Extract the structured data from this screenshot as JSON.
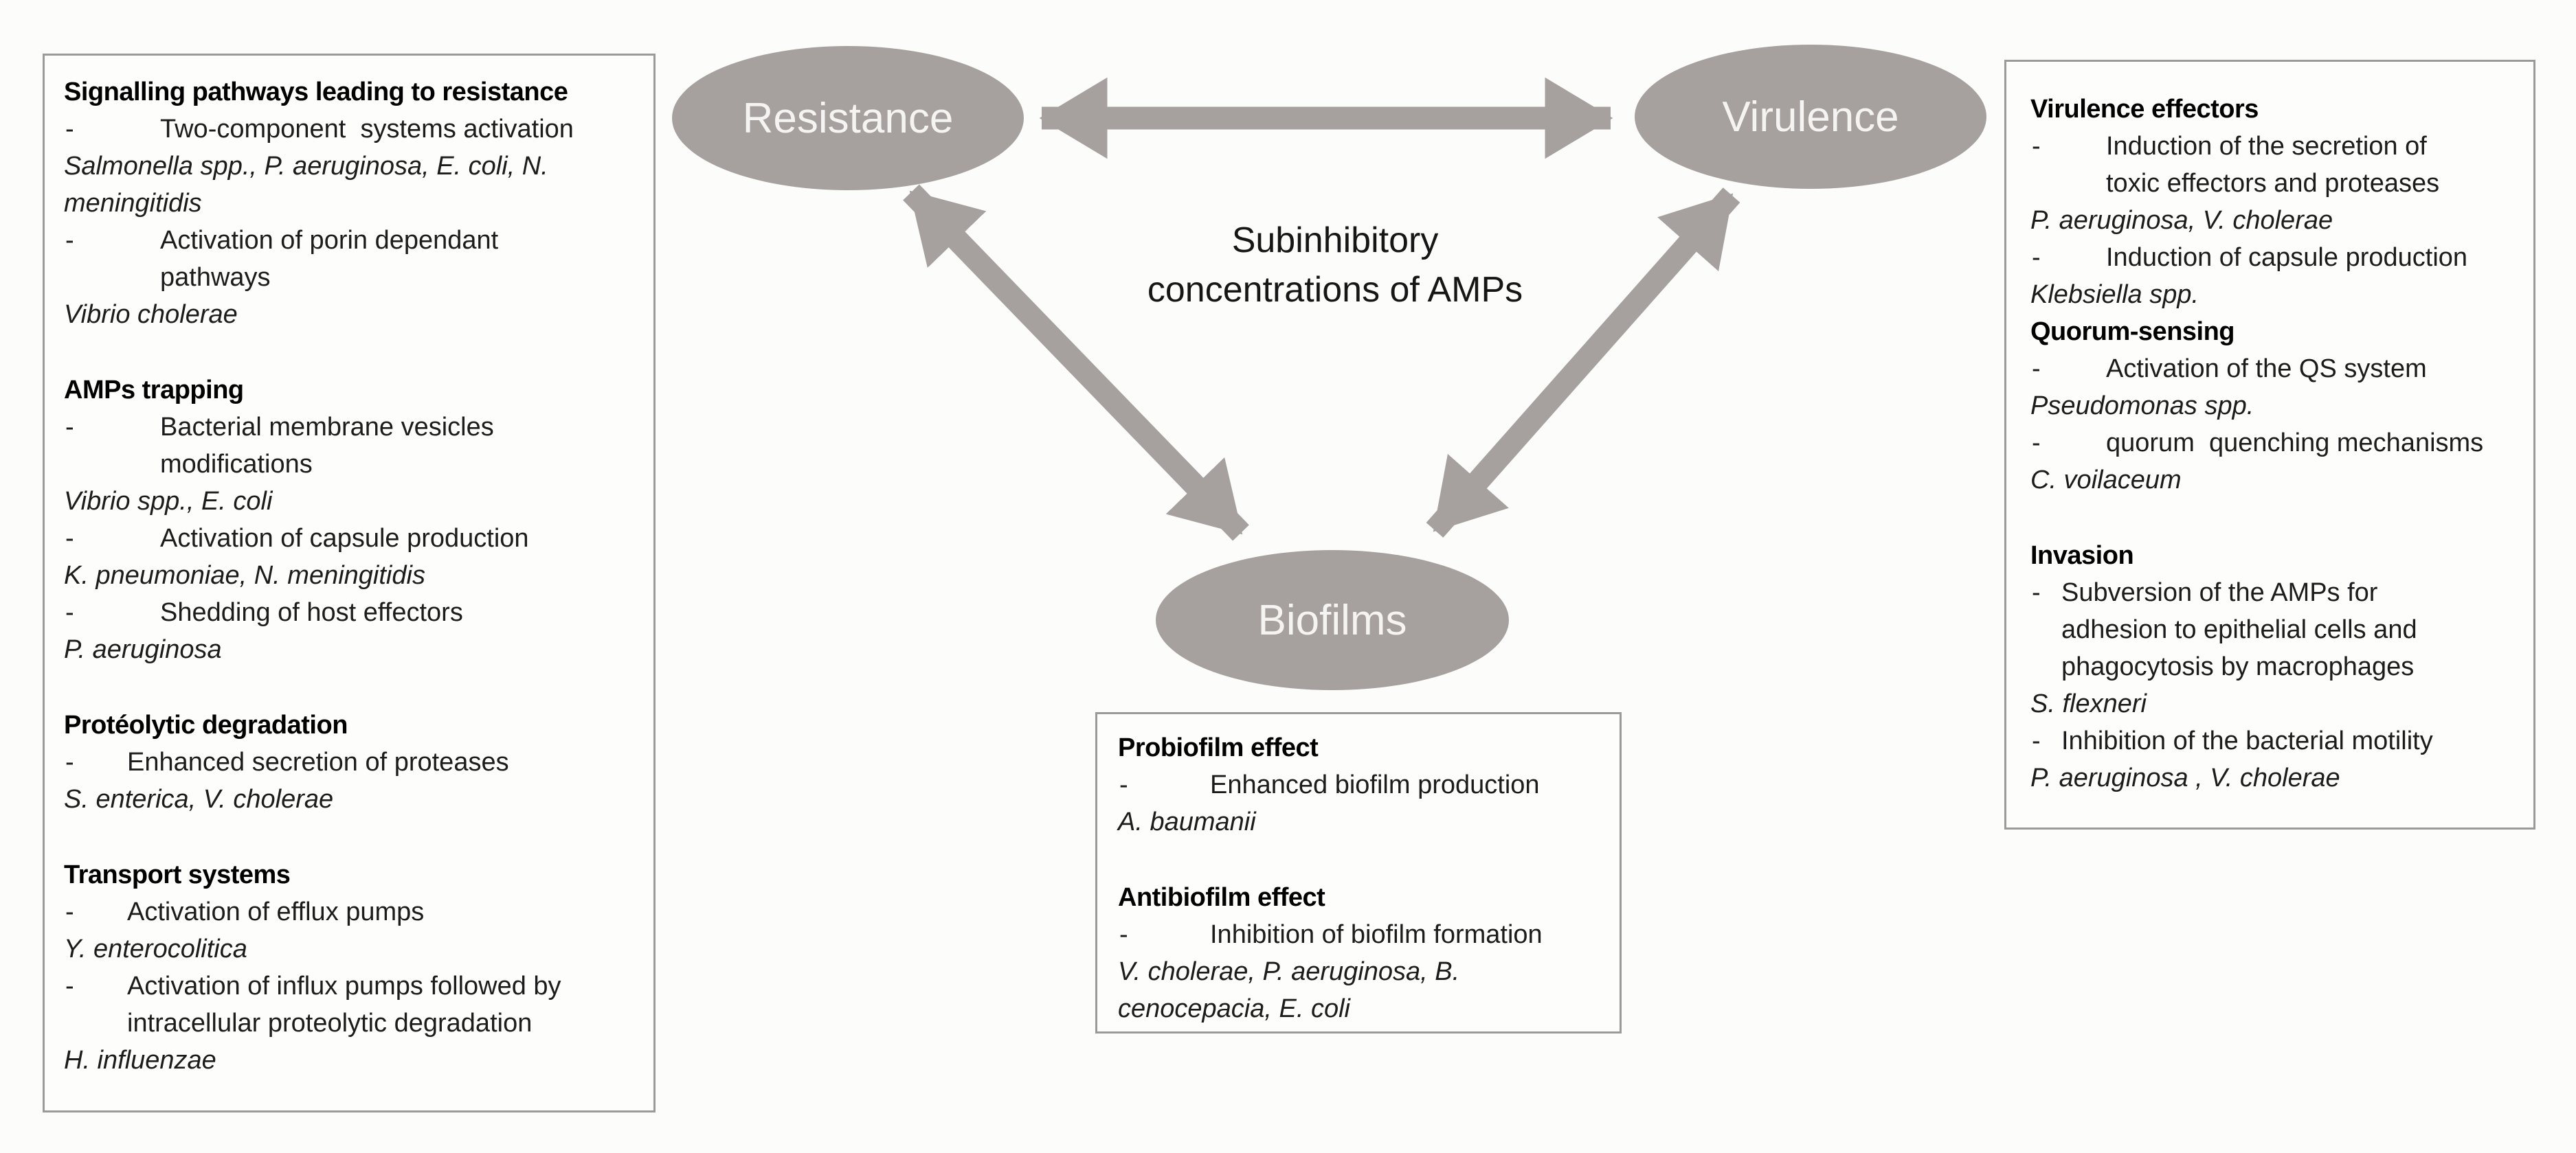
{
  "theme": {
    "page_bg": "#fcfcfb",
    "box_bg": "#fdfdfc",
    "box_border": "#9a9a9a",
    "shape_gray": "#a6a19f",
    "node_text": "#f5f4f2",
    "text_color": "#1c1c1c"
  },
  "nodes": {
    "resistance": {
      "label": "Resistance"
    },
    "virulence": {
      "label": "Virulence"
    },
    "biofilms": {
      "label": "Biofilms"
    }
  },
  "center_label": {
    "line1": "Subinhibitory",
    "line2": "concentrations of AMPs"
  },
  "arrows": [
    {
      "name": "arrow-resistance-virulence",
      "from": "resistance",
      "to": "virulence",
      "double_headed": true
    },
    {
      "name": "arrow-resistance-biofilms",
      "from": "resistance",
      "to": "biofilms",
      "double_headed": true
    },
    {
      "name": "arrow-virulence-biofilms",
      "from": "virulence",
      "to": "biofilms",
      "double_headed": true
    }
  ],
  "boxes": {
    "left": {
      "name": "resistance-mechanisms-box",
      "lines": [
        {
          "t": "h",
          "text": "Signalling pathways leading to resistance"
        },
        {
          "t": "b",
          "text": "Two-component  systems activation"
        },
        {
          "t": "i",
          "text": "Salmonella spp., P. aeruginosa, E. coli, N."
        },
        {
          "t": "i",
          "text": "meningitidis"
        },
        {
          "t": "b",
          "text": "Activation of porin dependant"
        },
        {
          "t": "c",
          "text": "pathways"
        },
        {
          "t": "i",
          "text": "Vibrio cholerae"
        },
        {
          "t": "gap",
          "text": ""
        },
        {
          "t": "h",
          "text": "AMPs trapping"
        },
        {
          "t": "b",
          "text": "Bacterial membrane vesicles"
        },
        {
          "t": "c",
          "text": "modifications"
        },
        {
          "t": "i",
          "text": "Vibrio spp., E. coli"
        },
        {
          "t": "b",
          "text": "Activation of capsule production"
        },
        {
          "t": "i",
          "text": "K. pneumoniae, N. meningitidis"
        },
        {
          "t": "b",
          "text": "Shedding of host effectors"
        },
        {
          "t": "i",
          "text": "P. aeruginosa"
        },
        {
          "t": "gap",
          "text": ""
        },
        {
          "t": "h",
          "text": "Protéolytic degradation"
        },
        {
          "t": "bs",
          "text": "Enhanced secretion of proteases"
        },
        {
          "t": "i",
          "text": "S. enterica, V. cholerae"
        },
        {
          "t": "gap",
          "text": ""
        },
        {
          "t": "h",
          "text": "Transport systems"
        },
        {
          "t": "bs",
          "text": "Activation of efflux pumps"
        },
        {
          "t": "i",
          "text": "Y. enterocolitica"
        },
        {
          "t": "bs",
          "text": "Activation of influx pumps followed by"
        },
        {
          "t": "cs",
          "text": "intracellular proteolytic degradation"
        },
        {
          "t": "i",
          "text": "H. influenzae"
        }
      ]
    },
    "right": {
      "name": "virulence-mechanisms-box",
      "lines": [
        {
          "t": "h",
          "text": "Virulence effectors"
        },
        {
          "t": "b",
          "text": "Induction of the secretion of"
        },
        {
          "t": "c",
          "text": "toxic effectors and proteases"
        },
        {
          "t": "i",
          "text": "P. aeruginosa, V. cholerae"
        },
        {
          "t": "b",
          "text": "Induction of capsule production"
        },
        {
          "t": "i",
          "text": "Klebsiella spp."
        },
        {
          "t": "h",
          "text": "Quorum-sensing"
        },
        {
          "t": "b",
          "text": "Activation of the QS system"
        },
        {
          "t": "i",
          "text": "Pseudomonas spp."
        },
        {
          "t": "b",
          "text": "quorum  quenching mechanisms"
        },
        {
          "t": "i",
          "text": "C. voilaceum"
        },
        {
          "t": "gap",
          "text": ""
        },
        {
          "t": "h",
          "text": "Invasion"
        },
        {
          "t": "bs",
          "text": "Subversion of the AMPs for"
        },
        {
          "t": "cs",
          "text": "adhesion to epithelial cells and"
        },
        {
          "t": "cs",
          "text": "phagocytosis by macrophages"
        },
        {
          "t": "i",
          "text": "S. flexneri"
        },
        {
          "t": "bs",
          "text": "Inhibition of the bacterial motility"
        },
        {
          "t": "i",
          "text": "P. aeruginosa , V. cholerae"
        }
      ]
    },
    "biofilm": {
      "name": "biofilm-effects-box",
      "lines": [
        {
          "t": "h",
          "text": "Probiofilm effect"
        },
        {
          "t": "b",
          "text": "Enhanced biofilm production"
        },
        {
          "t": "i",
          "text": "A. baumanii"
        },
        {
          "t": "gap",
          "text": ""
        },
        {
          "t": "h",
          "text": "Antibiofilm effect"
        },
        {
          "t": "b",
          "text": "Inhibition of biofilm formation"
        },
        {
          "t": "i",
          "text": "V. cholerae, P. aeruginosa, B."
        },
        {
          "t": "i",
          "text": "cenocepacia, E. coli"
        }
      ]
    }
  }
}
